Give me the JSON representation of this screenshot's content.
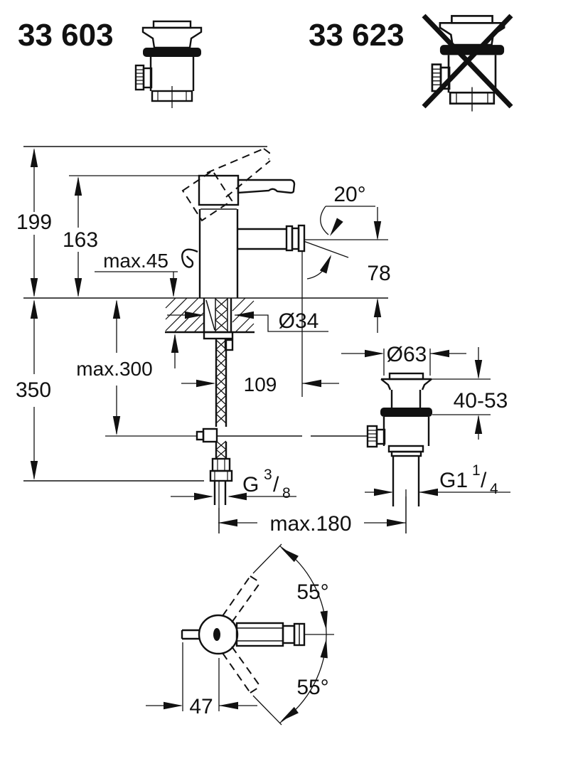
{
  "header": {
    "product_included": "33 603",
    "product_excluded": "33 623"
  },
  "front_view": {
    "height_total": "199",
    "height_body": "163",
    "deck_max": "max.45",
    "spout_angle": "20°",
    "spout_height": "78",
    "hole_dia": "Ø34",
    "hose_max": "max.300",
    "depth_below": "350",
    "spout_reach": "109",
    "waste_dia": "Ø63",
    "clamp_range": "40-53",
    "max_spacing": "max.180",
    "supply_thread": {
      "base": "G",
      "sup": "3",
      "slash": "/",
      "sub": "8"
    },
    "waste_thread": {
      "base": "G1",
      "sup": "1",
      "slash": "/",
      "sub": "4"
    }
  },
  "plan_view": {
    "swivel_upper": "55°",
    "swivel_lower": "55°",
    "spout_offset": "47"
  },
  "colors": {
    "ink": "#111111",
    "paper": "#ffffff"
  }
}
